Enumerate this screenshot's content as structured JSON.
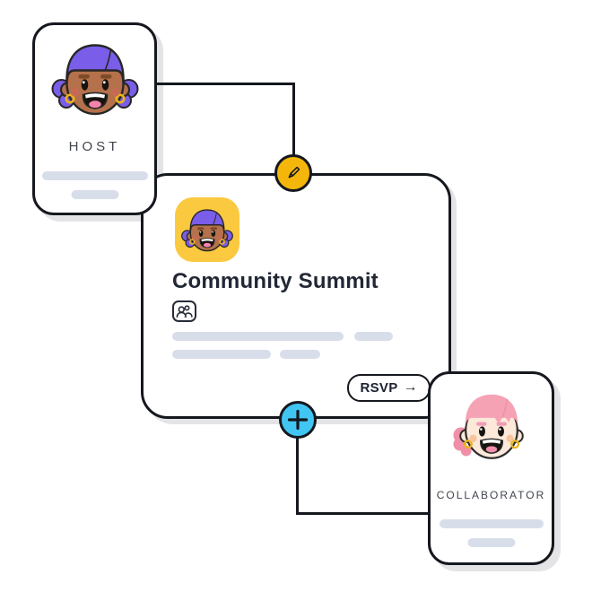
{
  "host_card": {
    "label": "HOST"
  },
  "collaborator_card": {
    "label": "COLLABORATOR"
  },
  "event_card": {
    "title": "Community Summit",
    "rsvp_label": "RSVP",
    "rsvp_arrow": "→"
  },
  "nodes": {
    "edit": {
      "icon": "pencil-icon",
      "color": "#f5b60b"
    },
    "add": {
      "icon": "plus-icon",
      "color": "#41c6f3"
    }
  },
  "icons": {
    "attendees": "attendees-icon",
    "event_app": "event-app-icon"
  },
  "colors": {
    "ink": "#15181e",
    "card_shadow": "#e4e4e6",
    "placeholder_bar": "#d8dee9",
    "app_icon_bg": "#fbc940",
    "edit_node_bg": "#f5b60b",
    "add_node_bg": "#41c6f3",
    "host_hair": "#7a5de8",
    "host_skin": "#b5714b",
    "collaborator_hair": "#f6a2b5",
    "collaborator_skin": "#fce9d9",
    "title_text": "#212735",
    "label_text": "#40454e"
  }
}
